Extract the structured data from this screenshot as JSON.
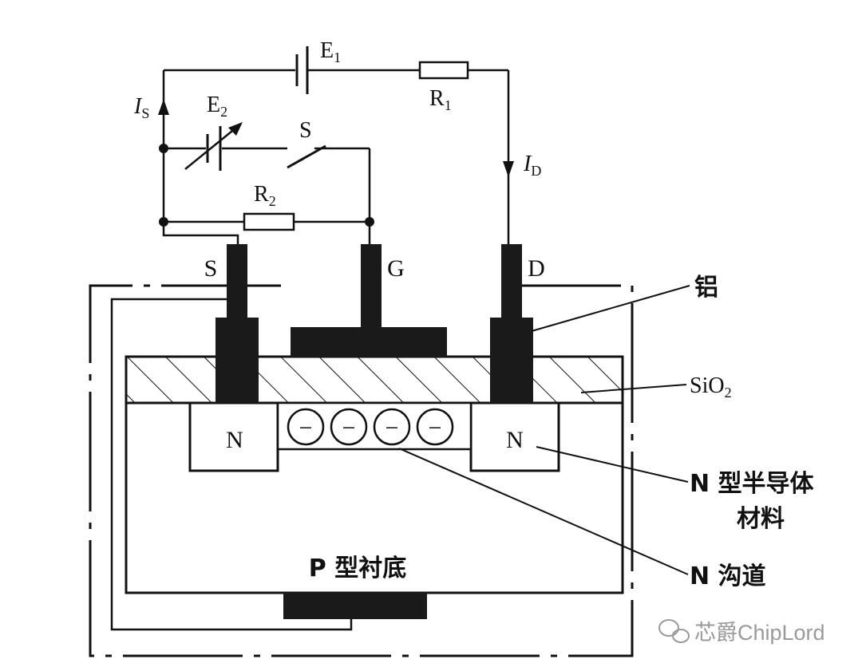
{
  "circuit": {
    "battery_e1": {
      "letter": "E",
      "sub": "1"
    },
    "battery_e2": {
      "letter": "E",
      "sub": "2"
    },
    "resistor_r1": {
      "letter": "R",
      "sub": "1"
    },
    "resistor_r2": {
      "letter": "R",
      "sub": "2"
    },
    "switch_label": "S",
    "current_is": {
      "letter": "I",
      "sub": "S"
    },
    "current_id": {
      "letter": "I",
      "sub": "D"
    }
  },
  "terminals": {
    "source": "S",
    "gate": "G",
    "drain": "D"
  },
  "device": {
    "n_region_left": "N",
    "n_region_right": "N",
    "carrier_symbol": "−",
    "substrate_label": "P 型衬底"
  },
  "callouts": {
    "aluminum": "铝",
    "oxide": {
      "main": "SiO",
      "sub": "2"
    },
    "n_material_line1": "N 型半导体",
    "n_material_line2": "材料",
    "n_channel": "N 沟道"
  },
  "watermark": "芯爵ChipLord",
  "colors": {
    "ink": "#111111",
    "metal": "#1a1a1a",
    "watermark": "#9a9a9a"
  }
}
